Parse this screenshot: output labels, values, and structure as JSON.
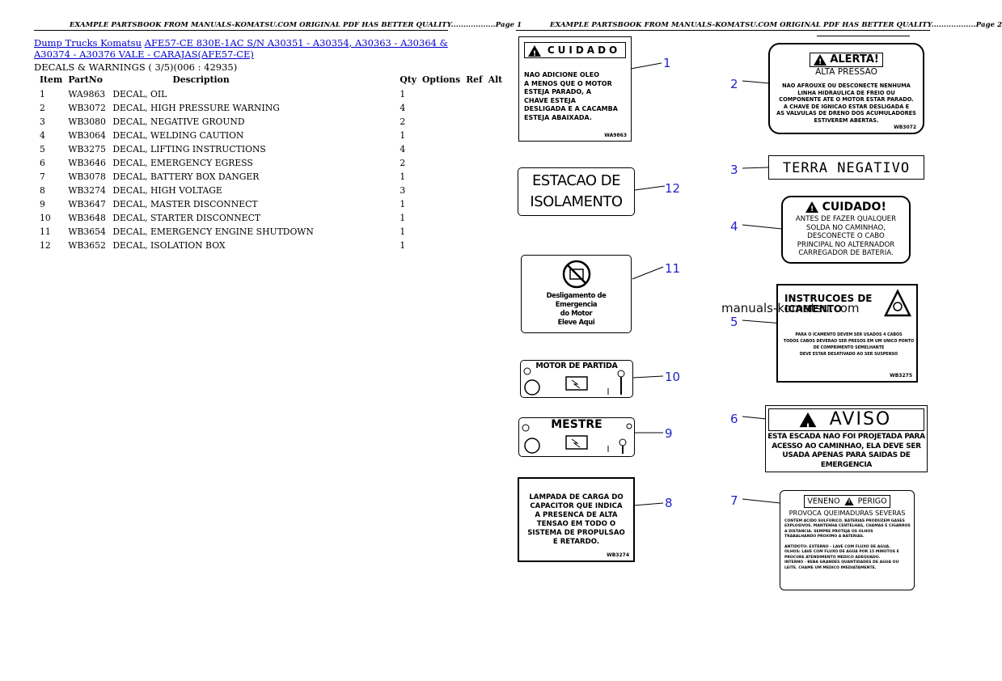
{
  "header_left": "EXAMPLE PARTSBOOK FROM MANUALS-KOMATSU.COM ORIGINAL PDF HAS BETTER QUALITY..................Page 1",
  "header_right": "EXAMPLE PARTSBOOK FROM MANUALS-KOMATSU.COM ORIGINAL PDF HAS BETTER QUALITY..................Page 2",
  "breadcrumb": {
    "link1": "Dump Trucks Komatsu",
    "link2": "AFE57-CE 830E-1AC S/N A30351 - A30354, A30363 - A30364 & A30374 - A30376 VALE - CARAJAS(AFE57-CE)"
  },
  "subtitle": "DECALS & WARNINGS ( 3/5)(006 : 42935)",
  "table": {
    "headers": [
      "Item",
      "PartNo",
      "Description",
      "Qty",
      "Options",
      "Ref",
      "Alt"
    ],
    "rows": [
      {
        "item": "1",
        "part": "WA9863",
        "desc": "DECAL, OIL",
        "qty": "1"
      },
      {
        "item": "2",
        "part": "WB3072",
        "desc": "DECAL, HIGH PRESSURE WARNING",
        "qty": "4"
      },
      {
        "item": "3",
        "part": "WB3080",
        "desc": "DECAL, NEGATIVE GROUND",
        "qty": "2"
      },
      {
        "item": "4",
        "part": "WB3064",
        "desc": "DECAL, WELDING CAUTION",
        "qty": "1"
      },
      {
        "item": "5",
        "part": "WB3275",
        "desc": "DECAL, LIFTING INSTRUCTIONS",
        "qty": "4"
      },
      {
        "item": "6",
        "part": "WB3646",
        "desc": "DECAL, EMERGENCY EGRESS",
        "qty": "2"
      },
      {
        "item": "7",
        "part": "WB3078",
        "desc": "DECAL, BATTERY BOX DANGER",
        "qty": "1"
      },
      {
        "item": "8",
        "part": "WB3274",
        "desc": "DECAL, HIGH VOLTAGE",
        "qty": "3"
      },
      {
        "item": "9",
        "part": "WB3647",
        "desc": "DECAL, MASTER DISCONNECT",
        "qty": "1"
      },
      {
        "item": "10",
        "part": "WB3648",
        "desc": "DECAL, STARTER DISCONNECT",
        "qty": "1"
      },
      {
        "item": "11",
        "part": "WB3654",
        "desc": "DECAL, EMERGENCY ENGINE SHUTDOWN",
        "qty": "1"
      },
      {
        "item": "12",
        "part": "WB3652",
        "desc": "DECAL, ISOLATION BOX",
        "qty": "1"
      }
    ]
  },
  "decals": {
    "d1": {
      "title": "CUIDADO",
      "body": "NAO ADICIONE OLEO\nA MENOS QUE O MOTOR\nESTEJA PARADO, A\nCHAVE ESTEJA\nDESLIGADA E A CACAMBA\nESTEJA ABAIXADA.",
      "code": "WA9863"
    },
    "d2": {
      "title": "ALERTA!",
      "subtitle": "ALTA PRESSAO",
      "body": "NAO AFROUXE OU DESCONECTE NENHUMA\nLINHA HIDRAULICA DE FREIO OU\nCOMPONENTE ATE O MOTOR ESTAR PARADO.\nA CHAVE DE IGNICAO ESTAR DESLIGADA E\nAS VALVULAS DE DRENO DOS ACUMULADORES\nESTIVEREM ABERTAS.",
      "code": "WB3072"
    },
    "d3": {
      "title": "TERRA NEGATIVO"
    },
    "d4": {
      "title": "CUIDADO!",
      "body": "ANTES DE FAZER QUALQUER\nSOLDA NO CAMINHAO,\nDESCONECTE O CABO\nPRINCIPAL NO ALTERNADOR\nCARREGADOR DE BATERIA."
    },
    "d5": {
      "title": "INSTRUCOES DE\nICAMENTO",
      "body": "PARA O ICAMENTO DEVEM SER USADOS 4 CABOS\nTODOS CABOS DEVERAO SER PRESOS EM UM UNICO PONTO\nDE COMPRIMENTO SEMELHANTE\nDEVE ESTAR DESATIVADO AO SER SUSPENSO",
      "code": "WB3275"
    },
    "d6": {
      "title": "AVISO",
      "body": "ESTA ESCADA NAO FOI PROJETADA PARA\nACESSO AO CAMINHAO, ELA DEVE SER\nUSADA APENAS PARA SAIDAS DE\nEMERGENCIA"
    },
    "d7": {
      "title1": "VENENO",
      "title2": "PERIGO",
      "subtitle": "PROVOCA QUEIMADURAS SEVERAS",
      "body": "CONTEM ACIDO SULFURICO. BATERIAS PRODUZEM GASES\nEXPLOSIVOS. MANTENHA CENTELHAS, CHAMAS E CIGARROS\nA DISTANCIA. SEMPRE PROTEJA OS OLHOS\nTRABALHANDO PROXIMO A BATERIAS.\n\nANTIDOTO: EXTERNO - LAVE COM FLUXO DE AGUA.\nOLHOS: LAVE COM FLUXO DE AGUA POR 15 MINUTOS E\nPROCURE ATENDIMENTO MEDICO ADEQUADO.\nINTERNO - BEBA GRANDES QUANTIDADES DE AGUA OU\nLEITE. CHAME UM MEDICO IMEDIATAMENTE."
    },
    "d8": {
      "body": "LAMPADA DE CARGA DO\nCAPACITOR QUE INDICA\nA PRESENCA DE ALTA\nTENSAO EM TODO O\nSISTEMA DE PROPULSAO\nE RETARDO.",
      "code": "WB3274"
    },
    "d9": {
      "title": "MESTRE"
    },
    "d10": {
      "title": "MOTOR DE PARTIDA"
    },
    "d11": {
      "body": "Desligamento de\nEmergencia\ndo Motor\nEleve Aqui"
    },
    "d12": {
      "title": "ESTACAO DE\nISOLAMENTO"
    }
  },
  "callouts": [
    "1",
    "2",
    "3",
    "4",
    "5",
    "6",
    "7",
    "8",
    "9",
    "10",
    "11",
    "12"
  ],
  "watermark": "manuals-komatsu.com"
}
